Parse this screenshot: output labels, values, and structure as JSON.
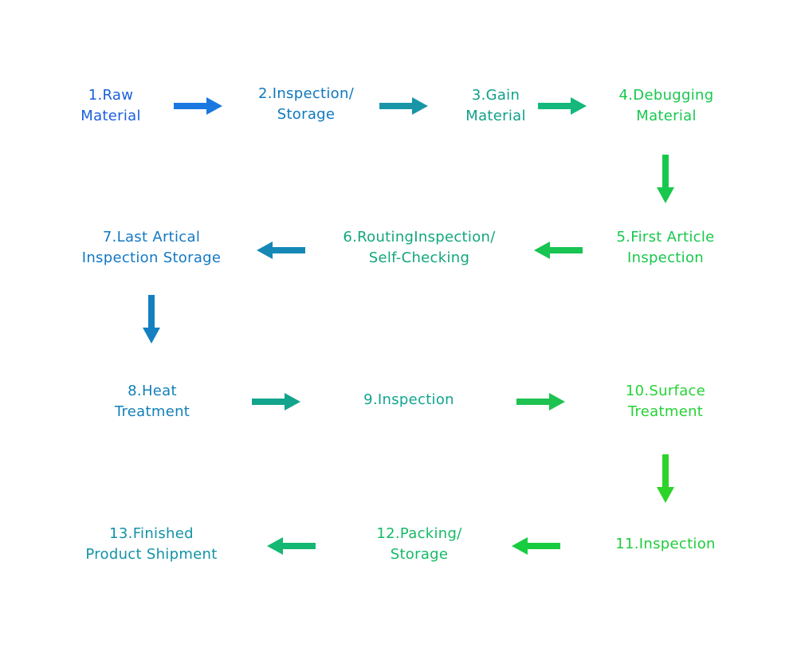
{
  "steps": [
    {
      "id": "s1",
      "lines": [
        "1.Raw",
        "Material"
      ],
      "color": "#1a5fe0"
    },
    {
      "id": "s2",
      "lines": [
        "2.Inspection/",
        "Storage"
      ],
      "color": "#0f78bf"
    },
    {
      "id": "s3",
      "lines": [
        "3.Gain",
        "Material"
      ],
      "color": "#10a08a"
    },
    {
      "id": "s4",
      "lines": [
        "4.Debugging",
        "Material"
      ],
      "color": "#16c84e"
    },
    {
      "id": "s5",
      "lines": [
        "5.First Article",
        "Inspection"
      ],
      "color": "#18c84c"
    },
    {
      "id": "s6",
      "lines": [
        "6.RoutingInspection/",
        "Self-Checking"
      ],
      "color": "#12a67c"
    },
    {
      "id": "s7",
      "lines": [
        "7.Last Artical",
        "Inspection Storage"
      ],
      "color": "#1378c4"
    },
    {
      "id": "s8",
      "lines": [
        "8.Heat",
        "Treatment"
      ],
      "color": "#1380b8"
    },
    {
      "id": "s9",
      "lines": [
        "9.Inspection"
      ],
      "color": "#12a490"
    },
    {
      "id": "s10",
      "lines": [
        "10.Surface",
        "Treatment"
      ],
      "color": "#26d236"
    },
    {
      "id": "s11",
      "lines": [
        "11.Inspection"
      ],
      "color": "#20cc3c"
    },
    {
      "id": "s12",
      "lines": [
        "12.Packing/",
        "Storage"
      ],
      "color": "#14ba66"
    },
    {
      "id": "s13",
      "lines": [
        "13.Finished",
        "Product Shipment"
      ],
      "color": "#1392a6"
    }
  ],
  "arrows": [
    {
      "name": "arrow-1-to-2",
      "direction": "right",
      "color": "#1a78e0"
    },
    {
      "name": "arrow-2-to-3",
      "direction": "right",
      "color": "#1896a8"
    },
    {
      "name": "arrow-3-to-4",
      "direction": "right",
      "color": "#14b87a"
    },
    {
      "name": "arrow-4-to-5",
      "direction": "down",
      "color": "#18c84c"
    },
    {
      "name": "arrow-5-to-6",
      "direction": "left",
      "color": "#18c452"
    },
    {
      "name": "arrow-6-to-7",
      "direction": "left",
      "color": "#1688b6"
    },
    {
      "name": "arrow-7-to-8",
      "direction": "down",
      "color": "#1480c0"
    },
    {
      "name": "arrow-8-to-9",
      "direction": "right",
      "color": "#12a48c"
    },
    {
      "name": "arrow-9-to-10",
      "direction": "right",
      "color": "#1ec250"
    },
    {
      "name": "arrow-10-to-11",
      "direction": "down",
      "color": "#2cd42a"
    },
    {
      "name": "arrow-11-to-12",
      "direction": "left",
      "color": "#18cc40"
    },
    {
      "name": "arrow-12-to-13",
      "direction": "left",
      "color": "#14b872"
    }
  ]
}
